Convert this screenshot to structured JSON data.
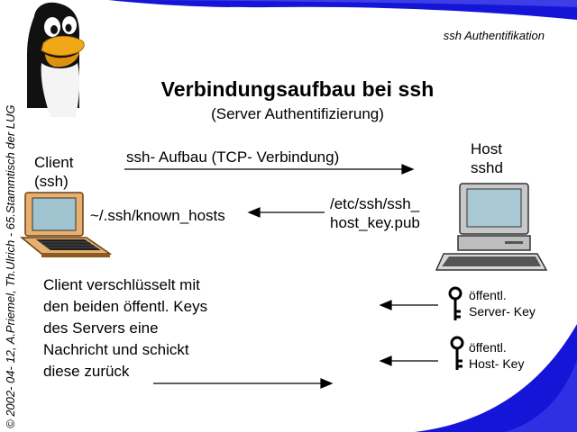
{
  "slide": {
    "header_tag": "ssh Authentifikation",
    "title": "Verbindungsaufbau bei ssh",
    "subtitle": "(Server Authentifizierung)",
    "side_credit": "© 2002- 04- 12, A.Priemel, Th.Ulrich - 65.Stammtisch der LUG"
  },
  "client": {
    "label": "Client\n(ssh)"
  },
  "host": {
    "label": "Host\nsshd"
  },
  "arrows": {
    "connect": "ssh- Aufbau (TCP- Verbindung)",
    "known_hosts": "~/.ssh/known_hosts",
    "host_key_file": "/etc/ssh/ssh_\nhost_key.pub"
  },
  "explanation": "Client verschlüsselt mit\nden beiden öffentl. Keys\ndes Servers eine\nNachricht und schickt\ndiese zurück",
  "keys": {
    "server_key": "öffentl.\nServer- Key",
    "host_key": "öffentl.\nHost- Key"
  },
  "colors": {
    "swoosh": "#1515d8",
    "laptop_screen": "#9fc4d0",
    "laptop_case": "#e8b070",
    "desktop_body": "#c8c8c8",
    "desktop_screen": "#a8c8d4"
  }
}
